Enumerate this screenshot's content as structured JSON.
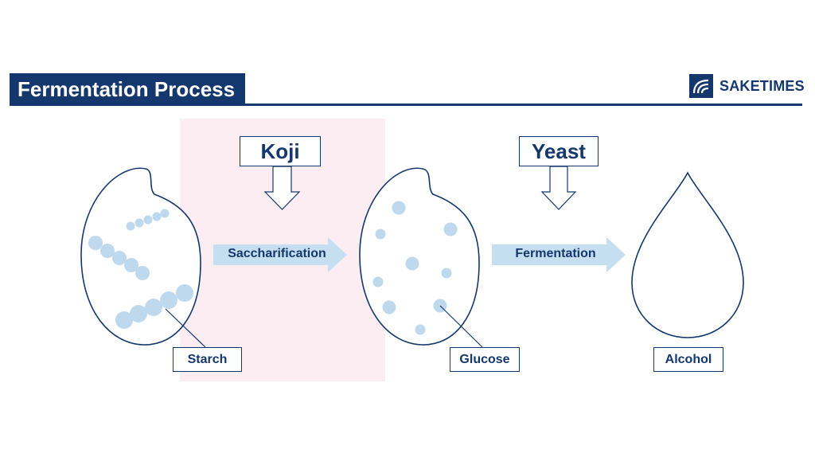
{
  "header": {
    "title": "Fermentation Process",
    "brand": "SAKETIMES"
  },
  "agents": {
    "koji": "Koji",
    "yeast": "Yeast"
  },
  "processes": {
    "saccharification": "Saccharification",
    "fermentation": "Fermentation"
  },
  "stages": {
    "starch": "Starch",
    "glucose": "Glucose",
    "alcohol": "Alcohol"
  },
  "colors": {
    "navy": "#14386d",
    "circle": "#bed9ee",
    "arrow": "#c5dff0",
    "highlight": "#fcedf3"
  }
}
